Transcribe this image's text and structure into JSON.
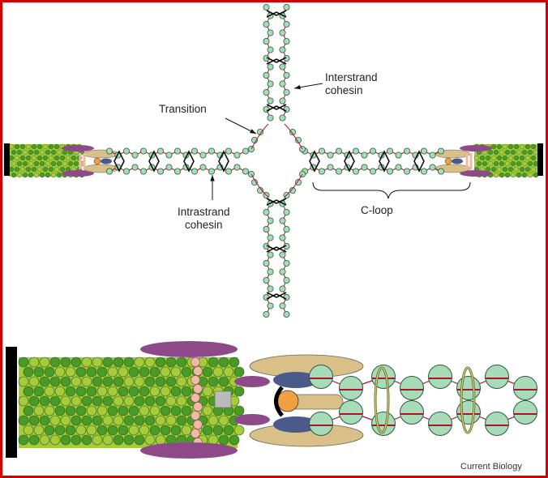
{
  "labels": {
    "interstrand_line1": "Interstrand",
    "interstrand_line2": "cohesin",
    "transition": "Transition",
    "intrastrand_line1": "Intrastrand",
    "intrastrand_line2": "cohesin",
    "c_loop": "C-loop"
  },
  "credit": "Current Biology",
  "colors": {
    "frame": "#d40000",
    "nucleosome": "#a8dcb8",
    "nucleosome_outline": "#2d5a3a",
    "dna": "#b01030",
    "chromatin_light": "#a6cc3c",
    "chromatin_dark": "#4a9a28",
    "cohesin_ring": "#8e4a88",
    "protein_tan": "#d8c088",
    "protein_blue": "#4a5a8a",
    "protein_orange": "#f0a040",
    "bead_pink": "#f0b8a8",
    "telomere": "#000000"
  }
}
